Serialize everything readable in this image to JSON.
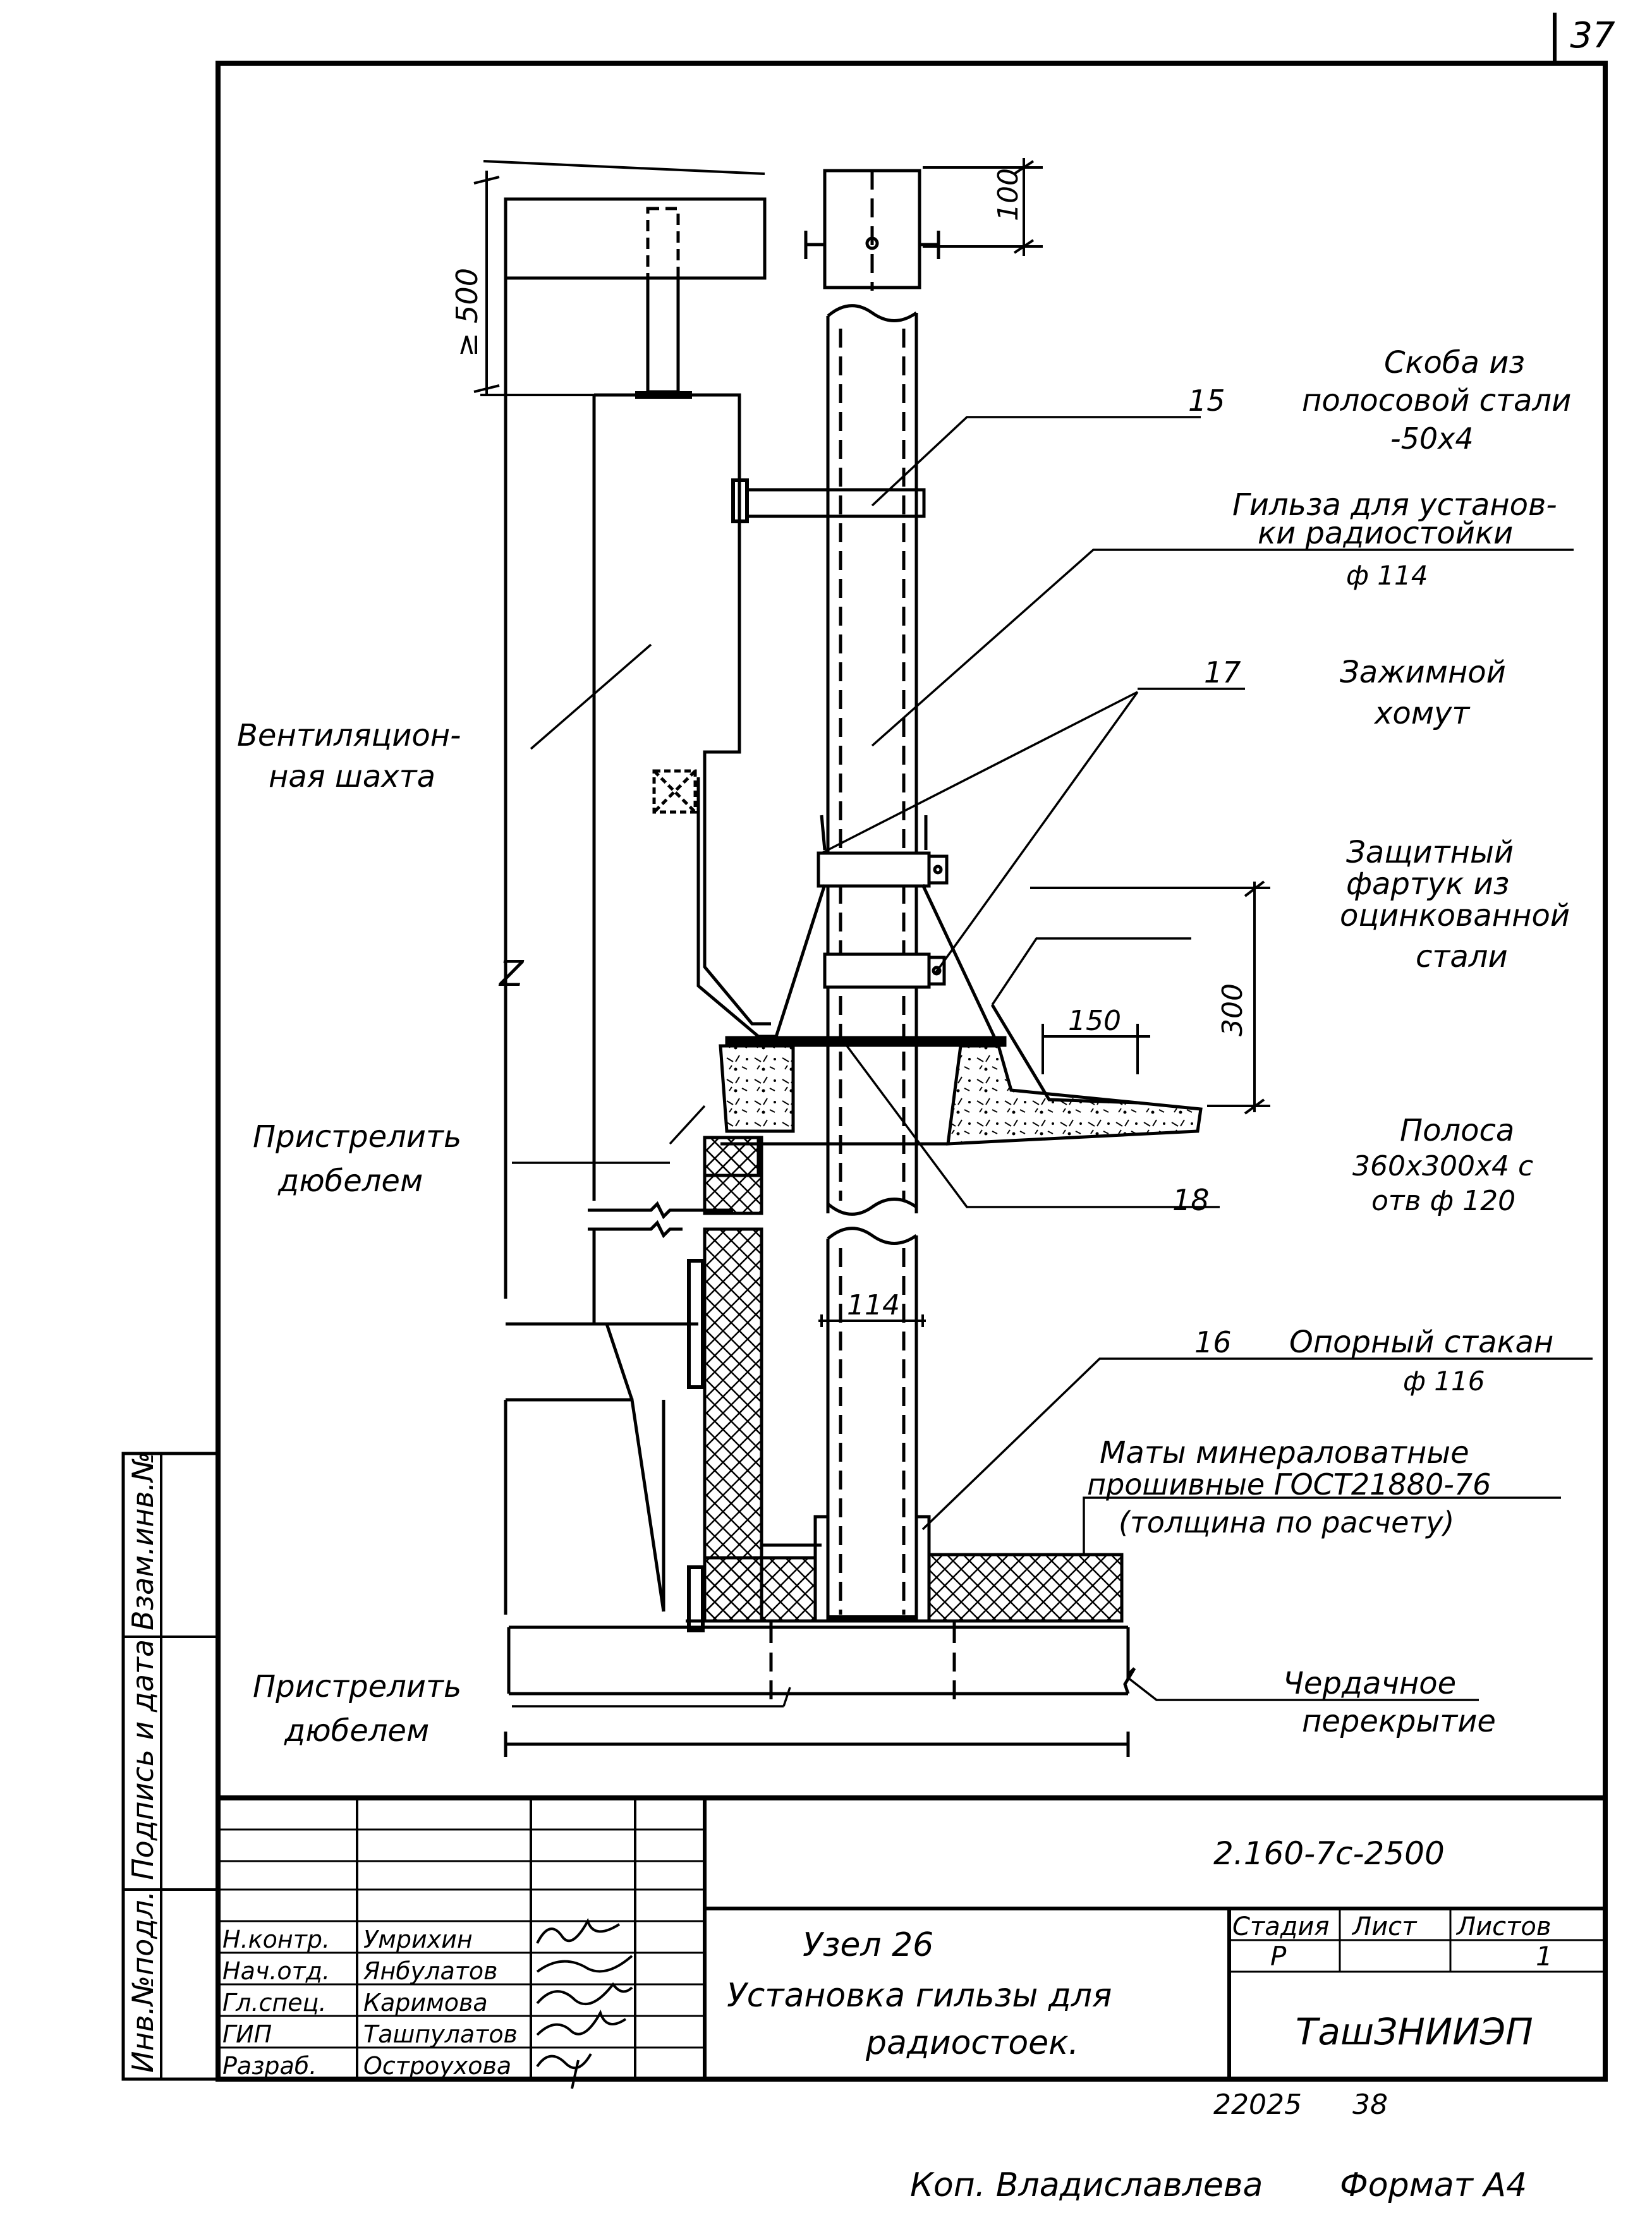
{
  "sheet_number": "37",
  "callouts": {
    "c15": {
      "num": "15",
      "line1": "Скоба из",
      "line2": "полосовой стали",
      "line3": "-50х4"
    },
    "gilza": {
      "line1": "Гильза для установ-",
      "line2": "ки радиостойки",
      "line3": "ф 114"
    },
    "c17": {
      "num": "17",
      "line1": "Зажимной",
      "line2": "хомут"
    },
    "fartuk": {
      "line1": "Защитный",
      "line2": "фартук из",
      "line3": "оцинкованной",
      "line4": "стали"
    },
    "c18": {
      "num": "18",
      "line1": "Полоса",
      "line2": "360х300х4 с",
      "line3": "отв ф 120"
    },
    "c16": {
      "num": "16",
      "line1": "Опорный стакан",
      "line2": "ф 116"
    },
    "maty": {
      "line1": "Маты минераловатные",
      "line2": "прошивные ГОСТ21880-76",
      "line3": "(толщина по расчету)"
    },
    "cherdak": {
      "line1": "Чердачное",
      "line2": "перекрытие"
    },
    "vent": {
      "line1": "Вентиляцион-",
      "line2": "ная шахта"
    },
    "pristrel1": {
      "line1": "Пристрелить",
      "line2": "дюбелем"
    },
    "pristrel2": {
      "line1": "Пристрелить",
      "line2": "дюбелем"
    }
  },
  "dims": {
    "d100": "100",
    "d500": "≥ 500",
    "d150": "150",
    "d300": "300",
    "d114": "114",
    "dZ": "Z"
  },
  "side_stamp": {
    "label1": "Инв.№подл.",
    "label2": "Подпись и дата",
    "label3": "Взам.инв.№"
  },
  "title_block": {
    "doc_code": "2.160-7с-2500",
    "title_line1": "Узел 26",
    "title_line2": "Установка гильзы для",
    "title_line3": "радиостоек.",
    "stage_header": "Стадия",
    "sheet_header": "Лист",
    "sheets_header": "Листов",
    "stage_value": "Р",
    "sheet_value": "",
    "sheets_value": "1",
    "org": "ТашЗНИИЭП",
    "roles": [
      {
        "role": "Н.контр.",
        "name": "Умрихин"
      },
      {
        "role": "Нач.отд.",
        "name": "Янбулатов"
      },
      {
        "role": "Гл.спец.",
        "name": "Каримова"
      },
      {
        "role": "ГИП",
        "name": "Ташпулатов"
      },
      {
        "role": "Разраб.",
        "name": "Остроухова"
      }
    ]
  },
  "footer": {
    "code": "22025",
    "page": "38",
    "copied": "Коп. Владиславлева",
    "format": "Формат А4"
  }
}
